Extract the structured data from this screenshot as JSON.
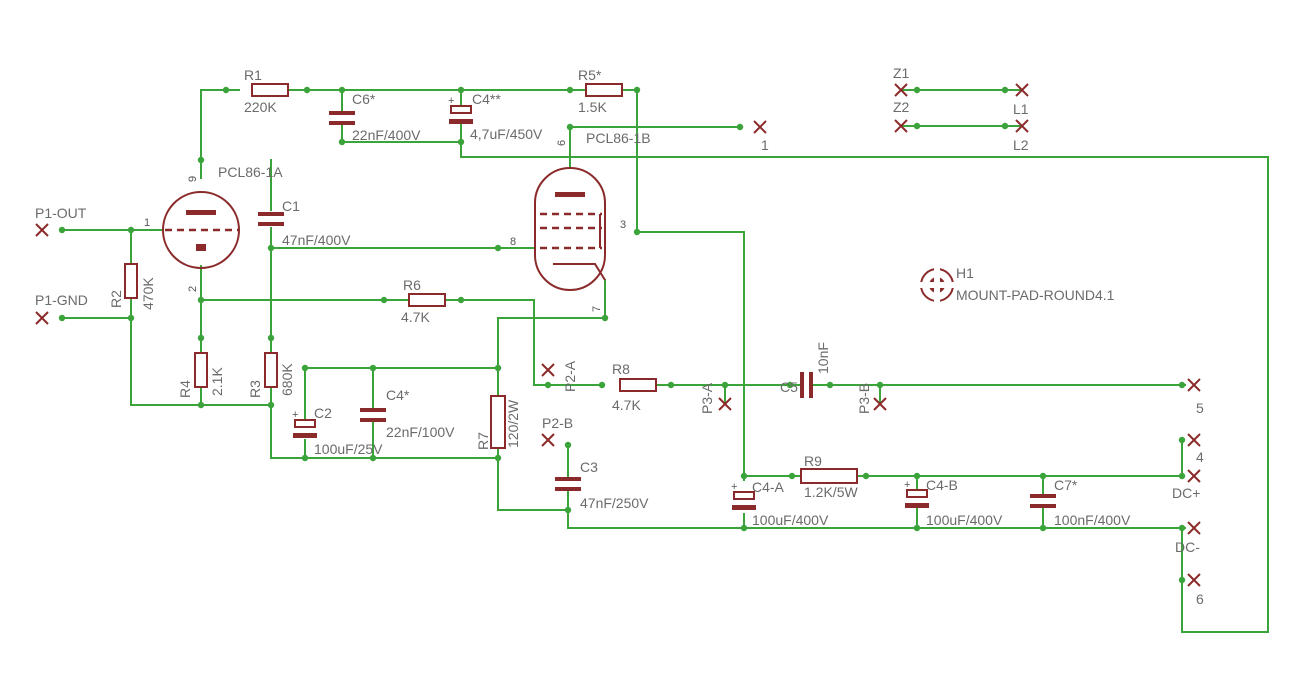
{
  "parts": {
    "r1": {
      "name": "R1",
      "value": "220K"
    },
    "r2": {
      "name": "R2",
      "value": "470K"
    },
    "r3": {
      "name": "R3",
      "value": "680K"
    },
    "r4": {
      "name": "R4",
      "value": "2.1K"
    },
    "r5": {
      "name": "R5*",
      "value": "1.5K"
    },
    "r6": {
      "name": "R6",
      "value": "4.7K"
    },
    "r7": {
      "name": "R7",
      "value": "120/2W"
    },
    "r8": {
      "name": "R8",
      "value": "4.7K"
    },
    "r9": {
      "name": "R9",
      "value": "1.2K/5W"
    },
    "c1": {
      "name": "C1",
      "value": "47nF/400V"
    },
    "c2": {
      "name": "C2",
      "value": "100uF/25V"
    },
    "c3": {
      "name": "C3",
      "value": "47nF/250V"
    },
    "c4": {
      "name": "C4*",
      "value": "22nF/100V"
    },
    "c4s": {
      "name": "C4**",
      "value": "4,7uF/450V"
    },
    "c4a": {
      "name": "C4-A",
      "value": "100uF/400V"
    },
    "c4b": {
      "name": "C4-B",
      "value": "100uF/400V"
    },
    "c5": {
      "name": "C5",
      "value": "10nF"
    },
    "c6": {
      "name": "C6*",
      "value": "22nF/400V"
    },
    "c7": {
      "name": "C7*",
      "value": "100nF/400V"
    },
    "v1a": {
      "name": "PCL86-1A"
    },
    "v1b": {
      "name": "PCL86-1B"
    },
    "h1": {
      "name": "H1",
      "value": "MOUNT-PAD-ROUND4.1"
    }
  },
  "connectors": {
    "p1out": "P1-OUT",
    "p1gnd": "P1-GND",
    "p2a": "P2-A",
    "p2b": "P2-B",
    "p3a": "P3-A",
    "p3b": "P3-B",
    "z1": "Z1",
    "z2": "Z2",
    "l1": "L1",
    "l2": "L2",
    "t1": "1",
    "t4": "4",
    "t5": "5",
    "t6": "6",
    "dcp": "DC+",
    "dcm": "DC-"
  },
  "pins": {
    "a1": "1",
    "a2": "2",
    "a9": "9",
    "b3": "3",
    "b6": "6",
    "b7": "7",
    "b8": "8"
  }
}
